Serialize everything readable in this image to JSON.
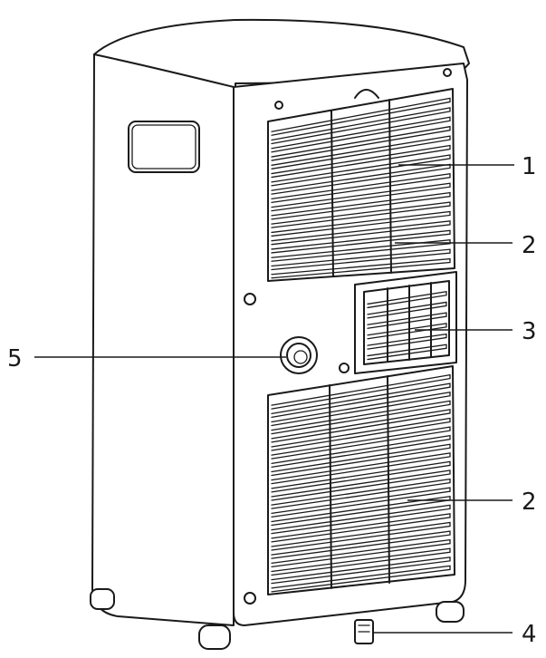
{
  "callouts": [
    {
      "id": "c1",
      "text": "1"
    },
    {
      "id": "c2a",
      "text": "2"
    },
    {
      "id": "c3",
      "text": "3"
    },
    {
      "id": "c5",
      "text": "5"
    },
    {
      "id": "c2b",
      "text": "2"
    },
    {
      "id": "c4",
      "text": "4"
    }
  ]
}
